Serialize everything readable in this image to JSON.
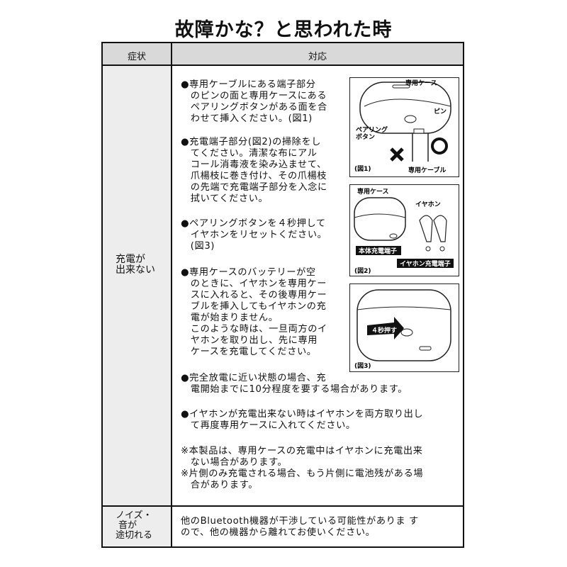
{
  "title": "故障かな？と思われた時",
  "table": {
    "col_symptom": "症状",
    "col_action": "対応",
    "rows": [
      {
        "symptom": [
          "充電が",
          "出来ない"
        ],
        "p1": "●専用ケーブルにある端子部分\n　のピンの面と専用ケースにある\n　ペアリングボタンがある面を合\n　わせて挿入ください。(図1)",
        "p2": "●充電端子部分(図2)の掃除をし\n　てください。清潔な布にアル\n　コール消毒液を染み込ませて、\n　爪楊枝に巻き付け、その爪楊枝\n　の先端で充電端子部分を入念に\n　拭いてください。",
        "p3": "●ペアリングボタンを４秒押して\n　イヤホンをリセットください。\n　(図3)",
        "p4": "●専用ケースのバッテリーが空\n　のときに、イヤホンを専用ケー\n　スに入れると、その後専用ケー\n　ブルを挿入してもイヤホンの充\n　電が始まりません。\n　このような時は、一旦両方のイ\n　ヤホンを取り出し、先に専用\n　ケースを充電してください。",
        "p5": "●完全放電に近い状態の場合、充\n　電開始までに10分程度を要する場合があります。",
        "p6": "●イヤホンが充電出来ない時はイヤホンを両方取り出し\n　て再度専用ケースに入れてください。",
        "p7": "※本製品は、専用ケースの充電中はイヤホンに充電出来\n　ない場合があります。\n※片側のみ充電される場合、もう片側に電池残がある場\n　合があります。"
      },
      {
        "symptom": [
          "ノイズ・",
          "音が",
          "途切れる"
        ],
        "p1": "他のBluetooth機器が干渉している可能性がありま す\nので、他の機器から離れてお使いください。"
      }
    ]
  },
  "figures": {
    "fig1": {
      "caption": "(図1)",
      "case": "専用ケース",
      "pin": "ピン",
      "pairing": "ペアリング\nボタン",
      "cable": "専用ケーブル"
    },
    "fig2": {
      "caption": "(図2)",
      "case": "専用ケース",
      "earphone": "イヤホン",
      "main_terminal": "本体充電端子",
      "earphone_terminal": "イヤホン充電端子"
    },
    "fig3": {
      "caption": "(図3)",
      "press": "４秒押す"
    }
  }
}
